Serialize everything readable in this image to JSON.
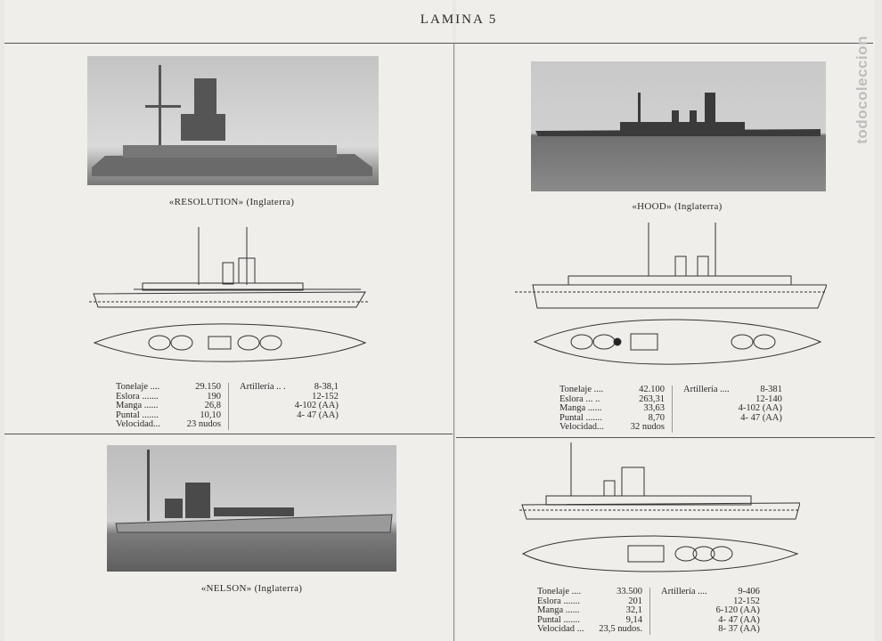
{
  "header": {
    "title": "LAMINA 5"
  },
  "watermark": "todocoleccion",
  "ships": [
    {
      "name": "«RESOLUTION» (Inglaterra)",
      "specs": [
        {
          "label": "Tonelaje ....",
          "value": "29.150"
        },
        {
          "label": "Eslora .......",
          "value": "190"
        },
        {
          "label": "Manga ......",
          "value": "26,8"
        },
        {
          "label": "Puntal .......",
          "value": "10,10"
        },
        {
          "label": "Velocidad...",
          "value": "23 nudos"
        }
      ],
      "artillery_label": "Artillería .. .",
      "artillery": [
        "8-38,1",
        "12-152",
        "4-102 (AA)",
        "4- 47 (AA)"
      ]
    },
    {
      "name": "«HOOD» (Inglaterra)",
      "specs": [
        {
          "label": "Tonelaje ....",
          "value": "42.100"
        },
        {
          "label": "Eslora ... ..",
          "value": "263,31"
        },
        {
          "label": "Manga ......",
          "value": "33,63"
        },
        {
          "label": "Puntal .......",
          "value": "8,70"
        },
        {
          "label": "Velocidad...",
          "value": "32 nudos"
        }
      ],
      "artillery_label": "Artillería ....",
      "artillery": [
        "8-381",
        "12-140",
        "4-102 (AA)",
        "4- 47 (AA)"
      ]
    },
    {
      "name": "«NELSON» (Inglaterra)",
      "specs": [
        {
          "label": "Tonelaje ....",
          "value": "33.500"
        },
        {
          "label": "Eslora .......",
          "value": "201"
        },
        {
          "label": "Manga ......",
          "value": "32,1"
        },
        {
          "label": "Puntal .......",
          "value": "9,14"
        },
        {
          "label": "Velocidad ...",
          "value": "23,5 nudos."
        }
      ],
      "artillery_label": "Artillería ....",
      "artillery": [
        "9-406",
        "12-152",
        "6-120 (AA)",
        "4- 47 (AA)",
        "8- 37 (AA)"
      ]
    }
  ]
}
